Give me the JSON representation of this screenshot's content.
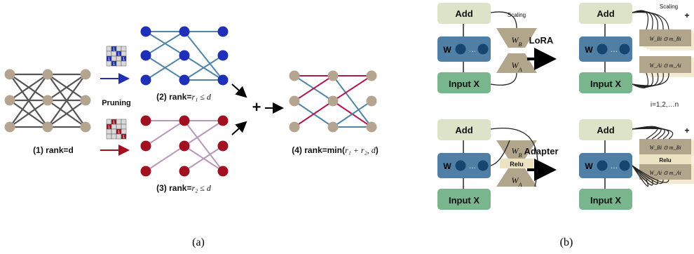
{
  "panel_a": {
    "caption": "(a)",
    "network_full": {
      "label": "(1) rank=d"
    },
    "pruning_label": "Pruning",
    "network_blue": {
      "label_prefix": "(2) rank=",
      "label_math": "r₁ ≤ d"
    },
    "network_red": {
      "label_prefix": "(3) rank=",
      "label_math": "r₂ ≤ d"
    },
    "plus_sign": "+",
    "network_merged": {
      "label_prefix": "(4) rank=min(",
      "label_math": "r₁ + r₂, d",
      "label_suffix": ")"
    },
    "mask_blue": [
      "1",
      "1",
      "1",
      "1",
      "1"
    ],
    "mask_red": [
      "1",
      "1",
      "1",
      "1"
    ],
    "colors": {
      "blue": "#1f2fb8",
      "red": "#a01020",
      "node": "#b5a590",
      "gray_edge": "#555555",
      "teal_edge": "#4f86a8",
      "mauve_edge": "#b898b8",
      "crimson_edge": "#b01850"
    }
  },
  "panel_b": {
    "caption": "(b)",
    "lora": {
      "arrow_label": "LoRA",
      "add_label": "Add",
      "w_label": "W",
      "dots": "…",
      "input_label": "Input  X",
      "scaling_label": "Scaling",
      "wb": "W_B",
      "wa": "W_A",
      "wb_mask": "W_Bi ⊙ m_Bi",
      "wa_mask": "W_Ai ⊙ m_Ai",
      "plus": "+"
    },
    "index_label": "i=1,2,…n",
    "adapter": {
      "arrow_label": "Adapter",
      "add_label": "Add",
      "w_label": "W",
      "dots": "…",
      "input_label": "Input  X",
      "relu_label": "Relu",
      "wb": "W_B",
      "wa": "W_A",
      "plus": "+"
    },
    "colors": {
      "add_box": "#dde3c8",
      "w_box": "#4f7fa5",
      "input_box": "#79b58d",
      "trapezoid": "#b1a58c",
      "relu_box": "#ece3c2",
      "dot": "#16456f"
    }
  }
}
